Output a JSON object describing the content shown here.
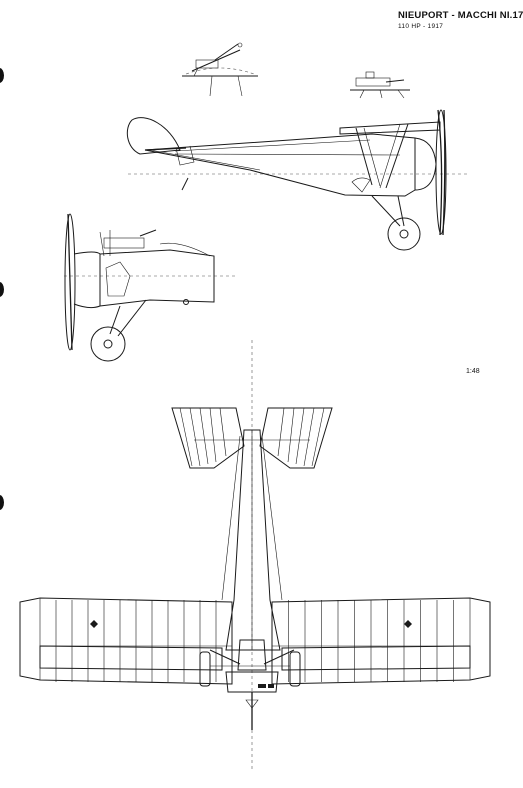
{
  "sheet": {
    "title": "NIEUPORT - MACCHI NI.17",
    "subtitle": "110 HP - 1917",
    "scale": "1:48"
  },
  "colors": {
    "ink": "#1a1a1a",
    "paper": "#ffffff"
  }
}
